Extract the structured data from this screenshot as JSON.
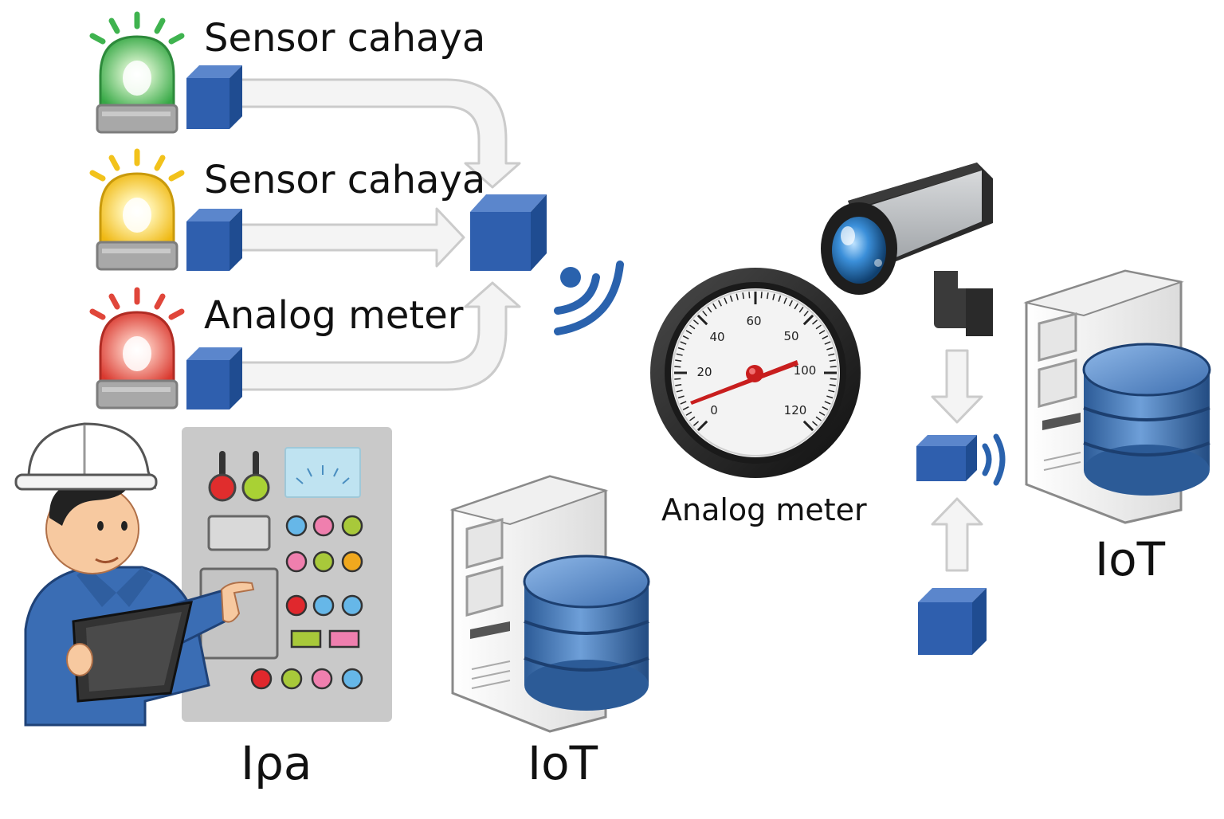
{
  "labels": {
    "sensor_green": "Sensor cahaya",
    "sensor_yellow": "Sensor cahaya",
    "sensor_red": "Analog meter",
    "gauge": "Analog meter",
    "panel": "Iρa",
    "server_center": "IoT",
    "server_right": "IoT"
  },
  "gauge": {
    "ticks": [
      "0",
      "20",
      "40",
      "60",
      "50",
      "100",
      "120"
    ]
  },
  "colors": {
    "lamp_green": "#3fb34f",
    "lamp_yellow": "#f2c21b",
    "lamp_red": "#e0463a",
    "cube_blue": "#2f5fae",
    "arrow_fill": "#f4f4f4",
    "arrow_stroke": "#c9c9c9",
    "wifi_blue": "#2a62ad",
    "db_blue": "#3e6fb0"
  }
}
